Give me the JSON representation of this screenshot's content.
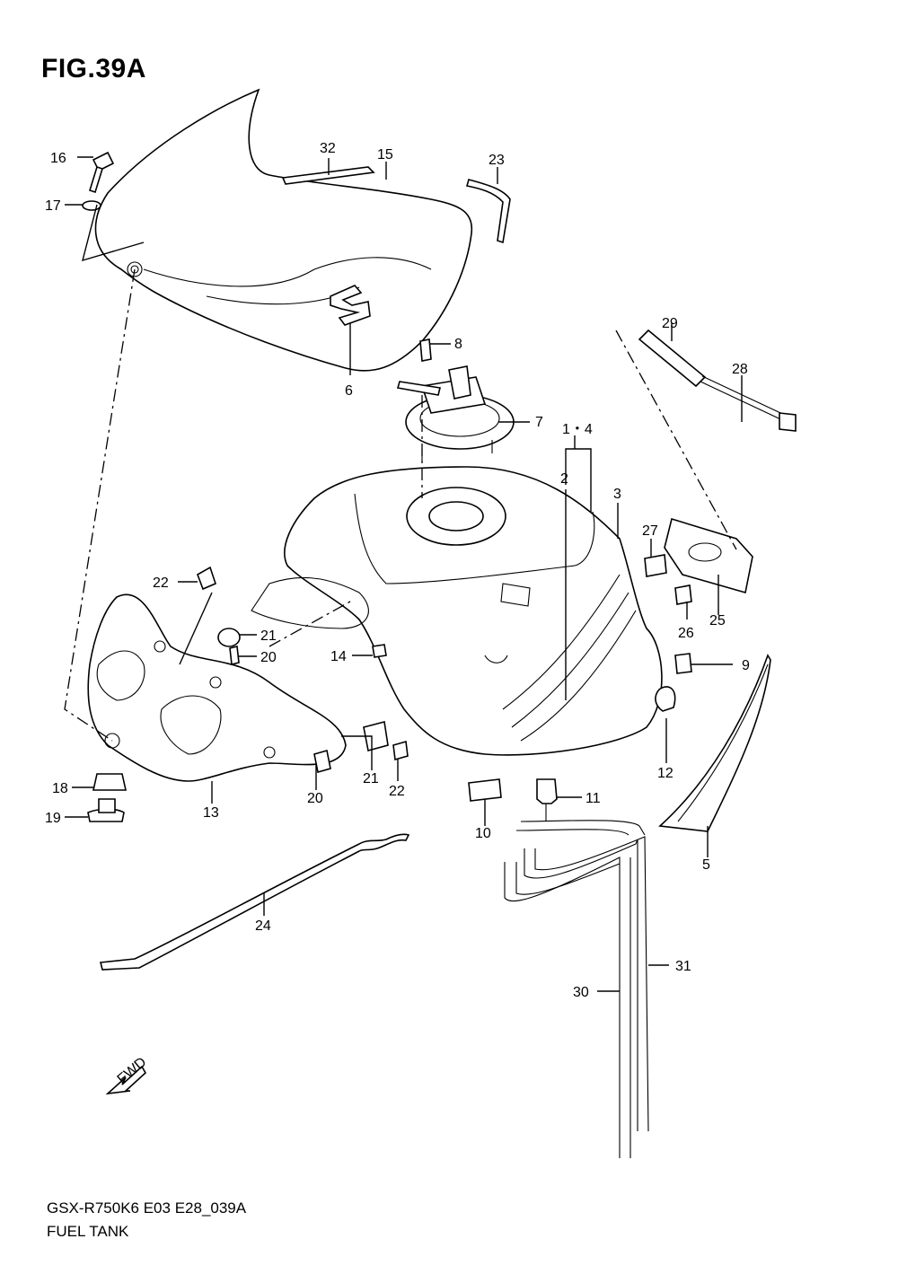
{
  "figure": {
    "title": "FIG.39A",
    "code": "GSX-R750K6 E03 E28_039A",
    "name": "FUEL TANK",
    "fwd_label": "FWD"
  },
  "callouts": {
    "c1_4": "1・4",
    "c2": "2",
    "c3": "3",
    "c5": "5",
    "c6": "6",
    "c7": "7",
    "c8": "8",
    "c9": "9",
    "c10": "10",
    "c11": "11",
    "c12": "12",
    "c13": "13",
    "c14": "14",
    "c15": "15",
    "c16": "16",
    "c17": "17",
    "c18": "18",
    "c19": "19",
    "c20a": "20",
    "c20b": "20",
    "c21a": "21",
    "c21b": "21",
    "c22a": "22",
    "c22b": "22",
    "c23": "23",
    "c24": "24",
    "c25": "25",
    "c26": "26",
    "c27": "27",
    "c28": "28",
    "c29": "29",
    "c30": "30",
    "c31": "31",
    "c32": "32"
  }
}
